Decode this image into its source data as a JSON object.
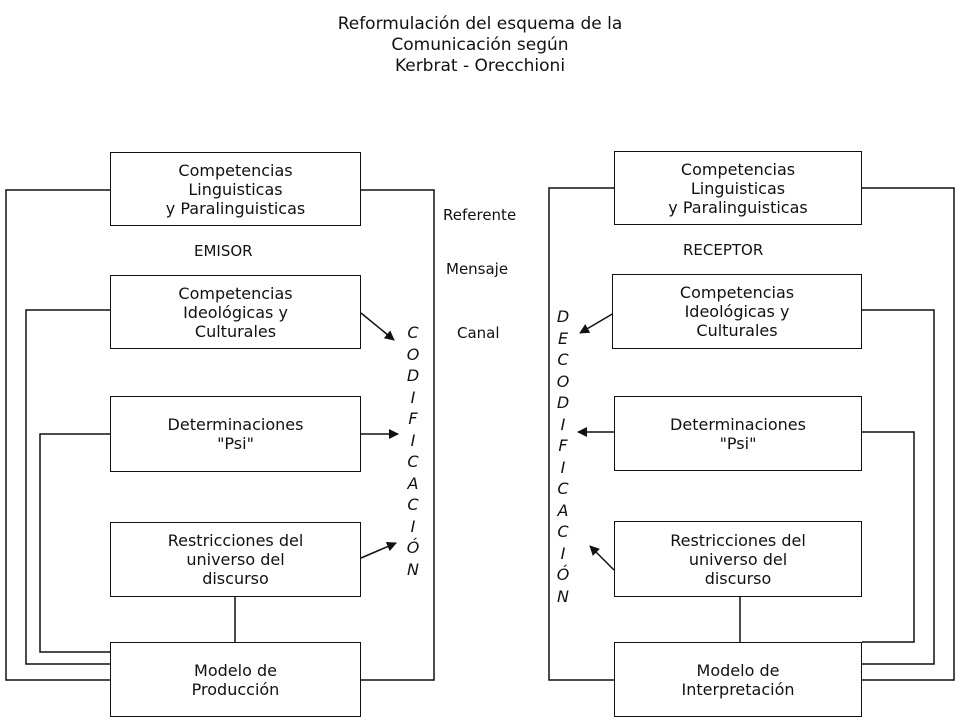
{
  "title": {
    "line1": "Reformulación del esquema de la",
    "line2": "Comunicación según",
    "line3": "Kerbrat - Orecchioni"
  },
  "emisor": {
    "label": "EMISOR",
    "linguisticas": [
      "Competencias",
      "Linguisticas",
      "y Paralinguisticas"
    ],
    "ideologicas": [
      "Competencias",
      "Ideológicas y",
      "Culturales"
    ],
    "psi": [
      "Determinaciones",
      "\"Psi\""
    ],
    "restricciones": [
      "Restricciones del",
      "universo del",
      "discurso"
    ],
    "modelo": [
      "Modelo de",
      "Producción"
    ]
  },
  "receptor": {
    "label": "RECEPTOR",
    "linguisticas": [
      "Competencias",
      "Linguisticas",
      "y Paralinguisticas"
    ],
    "ideologicas": [
      "Competencias",
      "Ideológicas y",
      "Culturales"
    ],
    "psi": [
      "Determinaciones",
      "\"Psi\""
    ],
    "restricciones": [
      "Restricciones del",
      "universo del",
      "discurso"
    ],
    "modelo": [
      "Modelo de",
      "Interpretación"
    ]
  },
  "center": {
    "referente": "Referente",
    "mensaje": "Mensaje",
    "canal": "Canal"
  },
  "codificacion": [
    "C",
    "O",
    "D",
    "I",
    "F",
    "I",
    "C",
    "A",
    "C",
    "I",
    "Ó",
    "N"
  ],
  "decodificacion": [
    "D",
    "E",
    "C",
    "O",
    "D",
    "I",
    "F",
    "I",
    "C",
    "A",
    "C",
    "I",
    "Ó",
    "N"
  ]
}
